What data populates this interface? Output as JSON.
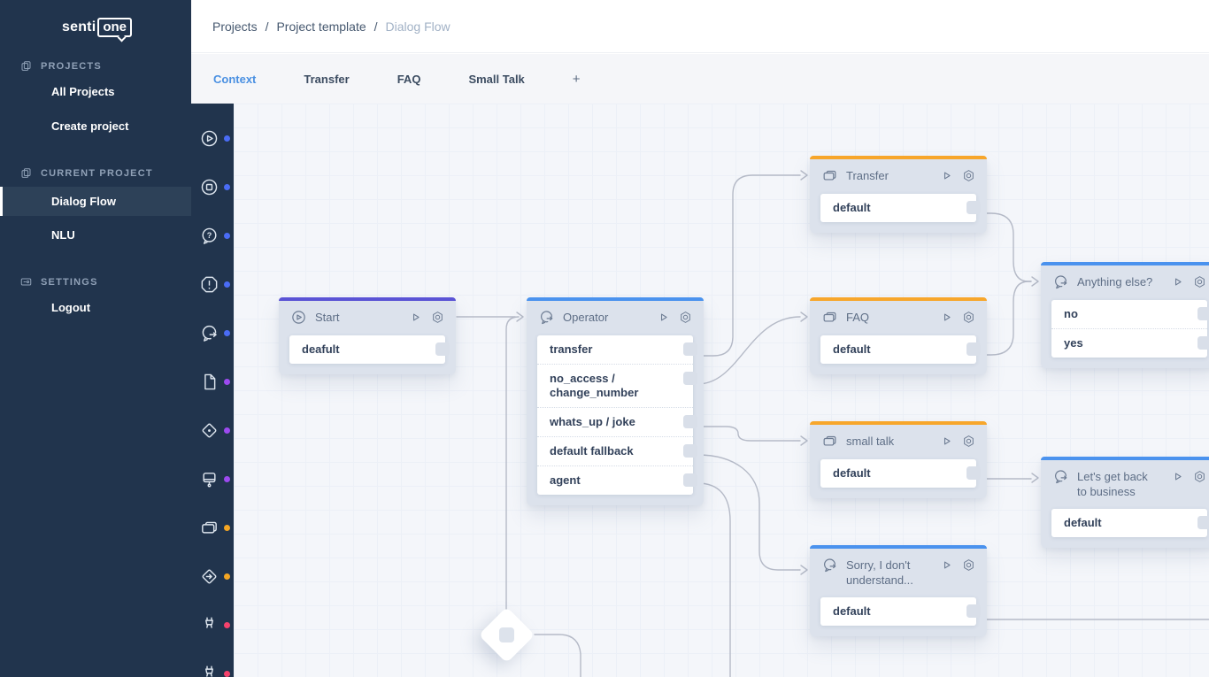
{
  "sidebar": {
    "logo": {
      "part1": "senti",
      "part2": "one"
    },
    "sections": [
      {
        "label": "PROJECTS",
        "icon": "pages-icon",
        "items": [
          {
            "label": "All Projects"
          },
          {
            "label": "Create project"
          }
        ]
      },
      {
        "label": "CURRENT PROJECT",
        "icon": "pages-icon",
        "items": [
          {
            "label": "Dialog Flow",
            "selected": true
          },
          {
            "label": "NLU"
          }
        ]
      },
      {
        "label": "SETTINGS",
        "icon": "slider-icon",
        "items": [
          {
            "label": "Logout"
          }
        ]
      }
    ]
  },
  "breadcrumb": {
    "separator": "/",
    "items": [
      "Projects",
      "Project template",
      "Dialog Flow"
    ]
  },
  "tabs": {
    "items": [
      {
        "label": "Context",
        "active": true
      },
      {
        "label": "Transfer"
      },
      {
        "label": "FAQ"
      },
      {
        "label": "Small Talk"
      }
    ],
    "add_label": "+"
  },
  "toolbar": {
    "tools": [
      {
        "name": "start-tool",
        "icon": "play-circle-icon",
        "dot": "#4a6cf5"
      },
      {
        "name": "stop-tool",
        "icon": "stop-circle-icon",
        "dot": "#4a6cf5"
      },
      {
        "name": "question-tool",
        "icon": "help-bubble-icon",
        "dot": "#4a6cf5"
      },
      {
        "name": "alert-tool",
        "icon": "alert-octagon-icon",
        "dot": "#4a6cf5"
      },
      {
        "name": "transfer-tool",
        "icon": "chat-arrow-icon",
        "dot": "#4a6cf5"
      },
      {
        "name": "document-tool",
        "icon": "document-icon",
        "dot": "#9d4af0"
      },
      {
        "name": "decision-tool",
        "icon": "diamond-dot-icon",
        "dot": "#9d4af0"
      },
      {
        "name": "screen-tool",
        "icon": "screen-icon",
        "dot": "#9d4af0"
      },
      {
        "name": "intents-tool",
        "icon": "cards-icon",
        "dot": "#f5a623"
      },
      {
        "name": "jump-tool",
        "icon": "diamond-arrow-icon",
        "dot": "#f5a623"
      },
      {
        "name": "integration-tool",
        "icon": "plug-icon",
        "dot": "#f5426c"
      },
      {
        "name": "integration-tool-2",
        "icon": "plug-icon",
        "dot": "#f5426c"
      }
    ]
  },
  "canvas": {
    "nodes": [
      {
        "id": "start",
        "title": "Start",
        "icon": "play-circle-icon",
        "accent": "purple",
        "rows": [
          {
            "label": "deafult"
          }
        ]
      },
      {
        "id": "operator",
        "title": "Operator",
        "icon": "chat-arrow-icon",
        "accent": "blue",
        "rows": [
          {
            "label": "transfer"
          },
          {
            "label": "no_access / change_number"
          },
          {
            "label": "whats_up / joke"
          },
          {
            "label": "default fallback"
          },
          {
            "label": "agent"
          }
        ]
      },
      {
        "id": "transfer",
        "title": "Transfer",
        "icon": "cards-icon",
        "accent": "orange",
        "rows": [
          {
            "label": "default"
          }
        ]
      },
      {
        "id": "faq",
        "title": "FAQ",
        "icon": "cards-icon",
        "accent": "orange",
        "rows": [
          {
            "label": "default"
          }
        ]
      },
      {
        "id": "small-talk",
        "title": "small talk",
        "icon": "cards-icon",
        "accent": "orange",
        "rows": [
          {
            "label": "default"
          }
        ]
      },
      {
        "id": "sorry",
        "title": "Sorry, I don't understand...",
        "icon": "chat-arrow-icon",
        "accent": "blue",
        "rows": [
          {
            "label": "default"
          }
        ]
      },
      {
        "id": "anything-else",
        "title": "Anything else?",
        "icon": "chat-arrow-icon",
        "accent": "blue",
        "rows": [
          {
            "label": "no"
          },
          {
            "label": "yes"
          }
        ]
      },
      {
        "id": "back-to-business",
        "title": "Let's get back to business",
        "icon": "chat-arrow-icon",
        "accent": "blue",
        "rows": [
          {
            "label": "default"
          }
        ]
      }
    ],
    "colors": {
      "accent_purple": "#5a53d5",
      "accent_blue": "#4a92ee",
      "accent_orange": "#f7a62b",
      "active_tab_blue": "#4a90e2",
      "sidebar_bg": "#21344d",
      "dot_blue": "#4a6cf5",
      "dot_purple": "#9d4af0",
      "dot_orange": "#f5a623",
      "dot_red": "#f5426c",
      "wire_gray": "#b5bac7"
    }
  }
}
